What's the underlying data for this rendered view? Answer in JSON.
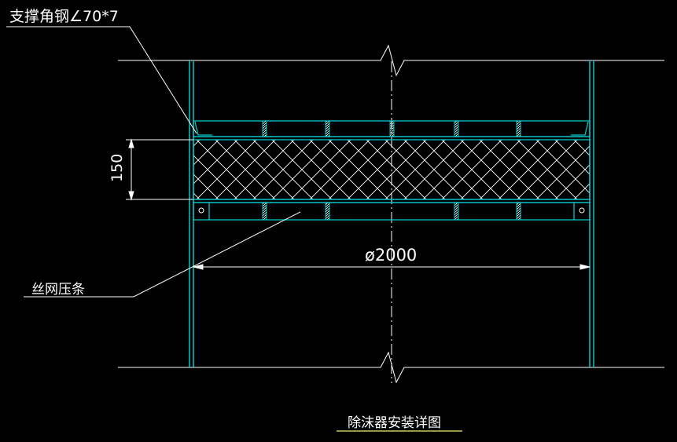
{
  "drawing": {
    "title": "除沫器安装详图",
    "labels": {
      "support_angle": "支撑角钢∠70*7",
      "mesh_strip": "丝网压条",
      "height_dim": "150",
      "diameter_dim": "ø2000"
    },
    "colors": {
      "background": "#000000",
      "vessel": "#00c8c8",
      "lines": "#ffffff",
      "title_underline": "#c8c85a"
    }
  }
}
